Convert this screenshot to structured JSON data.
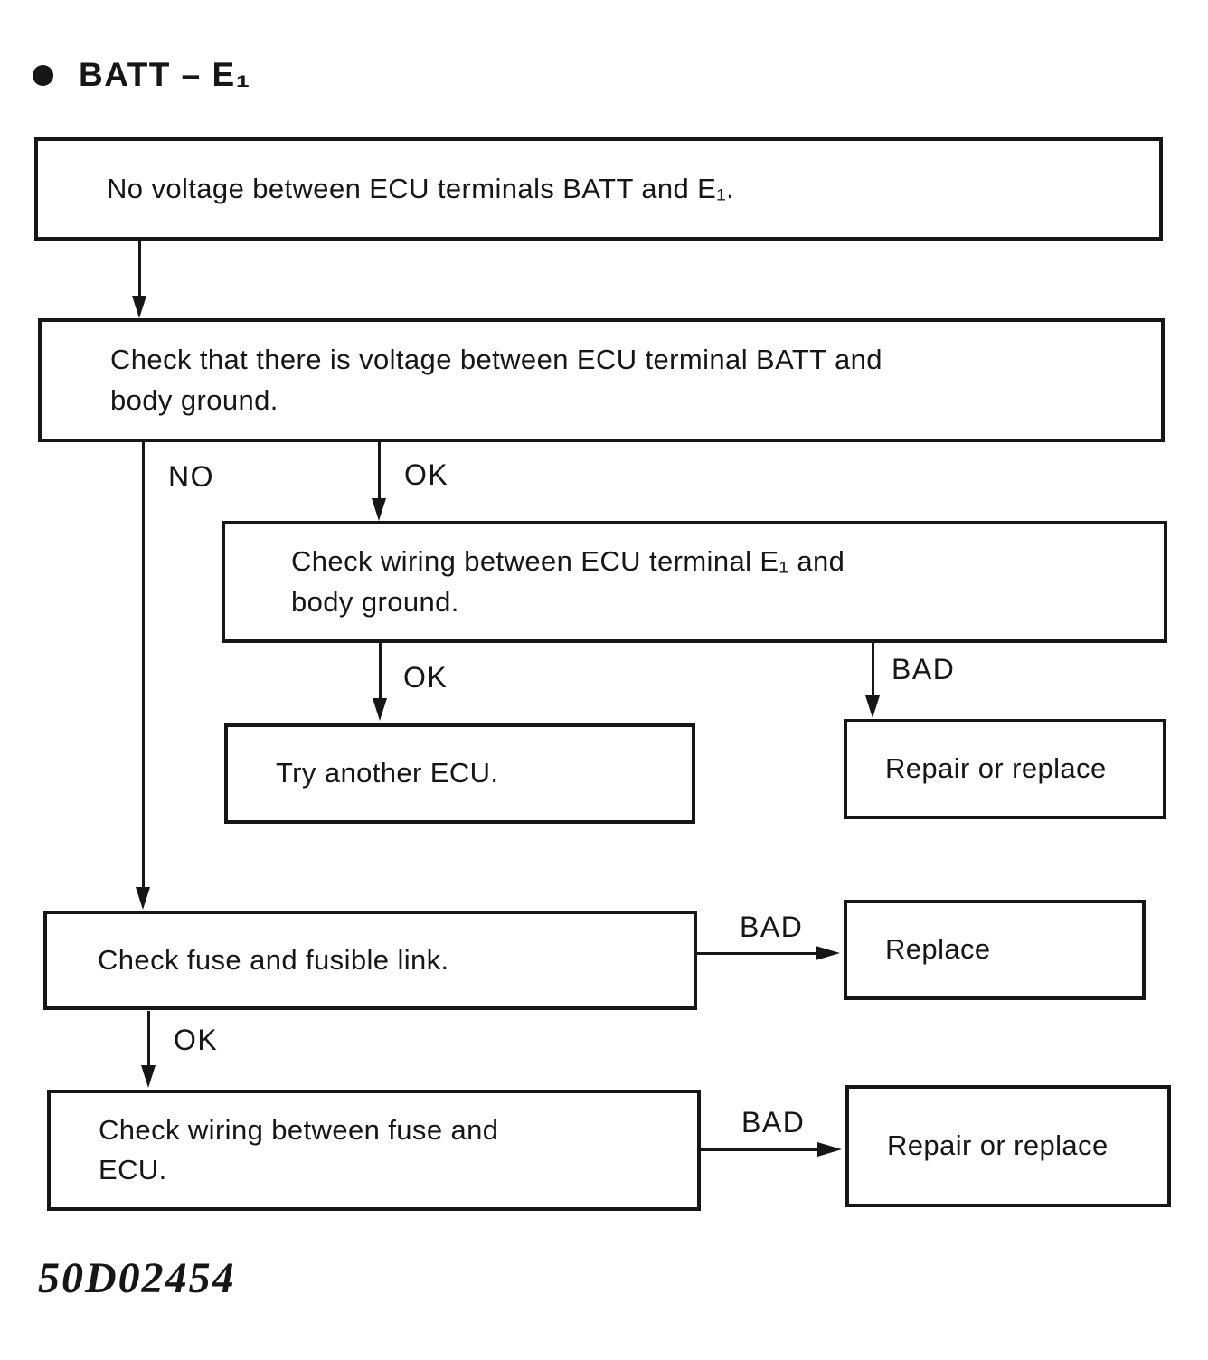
{
  "page": {
    "bullet": "●",
    "title": "BATT – E₁",
    "figure_code": "50D02454",
    "ink_color": "#161616",
    "paper_color": "#ffffff"
  },
  "flowchart": {
    "nodes": [
      {
        "id": "no_voltage",
        "text": "No voltage between ECU terminals BATT and E₁."
      },
      {
        "id": "check_batt_ground",
        "text": "Check that there is voltage between ECU terminal BATT and\nbody ground."
      },
      {
        "id": "check_wiring_e1",
        "text": "Check wiring between ECU terminal E₁ and\nbody ground."
      },
      {
        "id": "try_another_ecu",
        "text": "Try another ECU."
      },
      {
        "id": "repair_replace_1",
        "text": "Repair or replace"
      },
      {
        "id": "check_fuse",
        "text": "Check fuse and fusible link."
      },
      {
        "id": "replace",
        "text": "Replace"
      },
      {
        "id": "check_wiring_fuse",
        "text": "Check wiring between fuse and\nECU."
      },
      {
        "id": "repair_replace_2",
        "text": "Repair or replace"
      }
    ],
    "edges": [
      {
        "from": "no_voltage",
        "to": "check_batt_ground",
        "label": ""
      },
      {
        "from": "check_batt_ground",
        "to": "check_fuse",
        "label": "NO"
      },
      {
        "from": "check_batt_ground",
        "to": "check_wiring_e1",
        "label": "OK"
      },
      {
        "from": "check_wiring_e1",
        "to": "try_another_ecu",
        "label": "OK"
      },
      {
        "from": "check_wiring_e1",
        "to": "repair_replace_1",
        "label": "BAD"
      },
      {
        "from": "check_fuse",
        "to": "replace",
        "label": "BAD"
      },
      {
        "from": "check_fuse",
        "to": "check_wiring_fuse",
        "label": "OK"
      },
      {
        "from": "check_wiring_fuse",
        "to": "repair_replace_2",
        "label": "BAD"
      }
    ]
  }
}
